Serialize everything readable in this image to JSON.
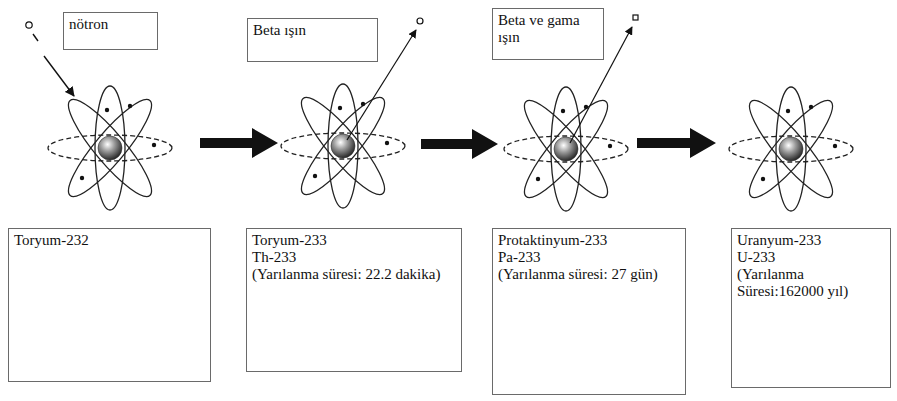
{
  "diagram": {
    "nodes": [
      {
        "text": [
          "nötron"
        ]
      },
      {
        "text": [
          "Beta ışın"
        ]
      },
      {
        "text": [
          "Beta ve gama ışın"
        ]
      },
      {
        "text": [
          "Toryum-232"
        ]
      },
      {
        "text": [
          "Toryum-233",
          "Th-233",
          "(Yarılanma süresi: 22.2 dakika)"
        ]
      },
      {
        "text": [
          "Protaktinyum-233",
          "Pa-233",
          "(Yarılanma süresi: 27 gün)"
        ]
      },
      {
        "text": [
          "Uranyum-233",
          "U-233",
          "(Yarılanma Süresi:162000 yıl)"
        ]
      }
    ]
  }
}
